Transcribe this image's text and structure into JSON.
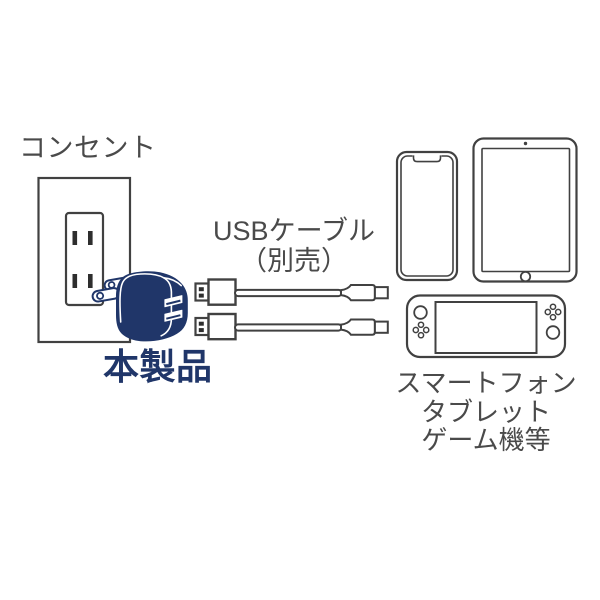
{
  "diagram": {
    "outlet": {
      "label": "コンセント"
    },
    "product": {
      "label": "本製品"
    },
    "cable": {
      "label_line1": "USBケーブル",
      "label_line2": "（別売）"
    },
    "devices": {
      "label_line1": "スマートフォン",
      "label_line2": "タブレット",
      "label_line3": "ゲーム機等"
    },
    "colors": {
      "accent_navy": "#203669",
      "line_gray": "#414141",
      "text_gray": "#4a4a4a",
      "slot_dark": "#2e2e2e",
      "background": "#ffffff"
    }
  }
}
